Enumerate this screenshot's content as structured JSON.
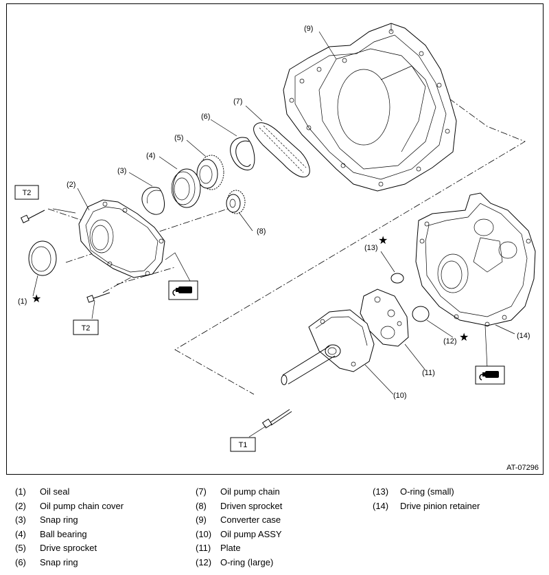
{
  "figure_code": "AT-07296",
  "callouts": {
    "c1": "(1)",
    "c2": "(2)",
    "c3": "(3)",
    "c4": "(4)",
    "c5": "(5)",
    "c6": "(6)",
    "c7": "(7)",
    "c8": "(8)",
    "c9": "(9)",
    "c10": "(10)",
    "c11": "(11)",
    "c12": "(12)",
    "c13": "(13)",
    "c14": "(14)"
  },
  "torque_labels": {
    "t2_top": "T2",
    "t2_bottom": "T2",
    "t1": "T1"
  },
  "symbols": {
    "star": "★",
    "sealant": "sealant-tube-icon"
  },
  "legend": {
    "col1": [
      {
        "num": "(1)",
        "name": "Oil seal"
      },
      {
        "num": "(2)",
        "name": "Oil pump chain cover"
      },
      {
        "num": "(3)",
        "name": "Snap ring"
      },
      {
        "num": "(4)",
        "name": "Ball bearing"
      },
      {
        "num": "(5)",
        "name": "Drive sprocket"
      },
      {
        "num": "(6)",
        "name": "Snap ring"
      }
    ],
    "col2": [
      {
        "num": "(7)",
        "name": "Oil pump chain"
      },
      {
        "num": "(8)",
        "name": "Driven sprocket"
      },
      {
        "num": "(9)",
        "name": "Converter case"
      },
      {
        "num": "(10)",
        "name": "Oil pump ASSY"
      },
      {
        "num": "(11)",
        "name": "Plate"
      },
      {
        "num": "(12)",
        "name": "O-ring (large)"
      }
    ],
    "col3": [
      {
        "num": "(13)",
        "name": "O-ring (small)"
      },
      {
        "num": "(14)",
        "name": "Drive pinion retainer"
      }
    ]
  }
}
